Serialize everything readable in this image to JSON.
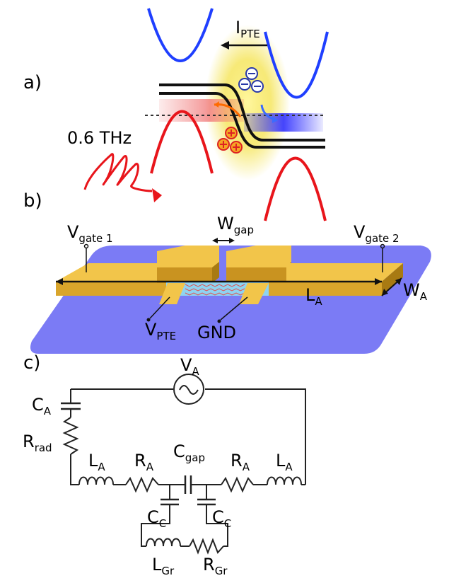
{
  "panels": {
    "a": "a)",
    "b": "b)",
    "c": "c)"
  },
  "frequency": "0.6 THz",
  "band_diagram": {
    "current": {
      "main": "I",
      "sub": "PTE"
    },
    "electron_symbol": "⊖",
    "hole_symbol": "⊕"
  },
  "device": {
    "vgate1": {
      "main": "V",
      "sub": "gate 1"
    },
    "vgate2": {
      "main": "V",
      "sub": "gate 2"
    },
    "wgap": {
      "main": "W",
      "sub": "gap"
    },
    "la": {
      "main": "L",
      "sub": "A"
    },
    "wa": {
      "main": "W",
      "sub": "A"
    },
    "vpte": {
      "main": "V",
      "sub": "PTE"
    },
    "gnd": "GND"
  },
  "circuit": {
    "va": {
      "main": "V",
      "sub": "A"
    },
    "ca": {
      "main": "C",
      "sub": "A"
    },
    "rrad": {
      "main": "R",
      "sub": "rad"
    },
    "la_left": {
      "main": "L",
      "sub": "A"
    },
    "ra_left": {
      "main": "R",
      "sub": "A"
    },
    "cgap": {
      "main": "C",
      "sub": "gap"
    },
    "ra_right": {
      "main": "R",
      "sub": "A"
    },
    "la_right": {
      "main": "L",
      "sub": "A"
    },
    "cc_left": {
      "main": "C",
      "sub": "C"
    },
    "cc_right": {
      "main": "C",
      "sub": "C"
    },
    "lgr": {
      "main": "L",
      "sub": "Gr"
    },
    "rgr": {
      "main": "R",
      "sub": "Gr"
    }
  },
  "colors": {
    "conduction_band": "#1f3fff",
    "valence_band": "#e8151b",
    "substrate": "#7b7bf5",
    "gold": "#e6b83a",
    "gold_dark": "#b88c1a",
    "gap_fill": "#8fd3f0",
    "wave": "#e8151b"
  }
}
